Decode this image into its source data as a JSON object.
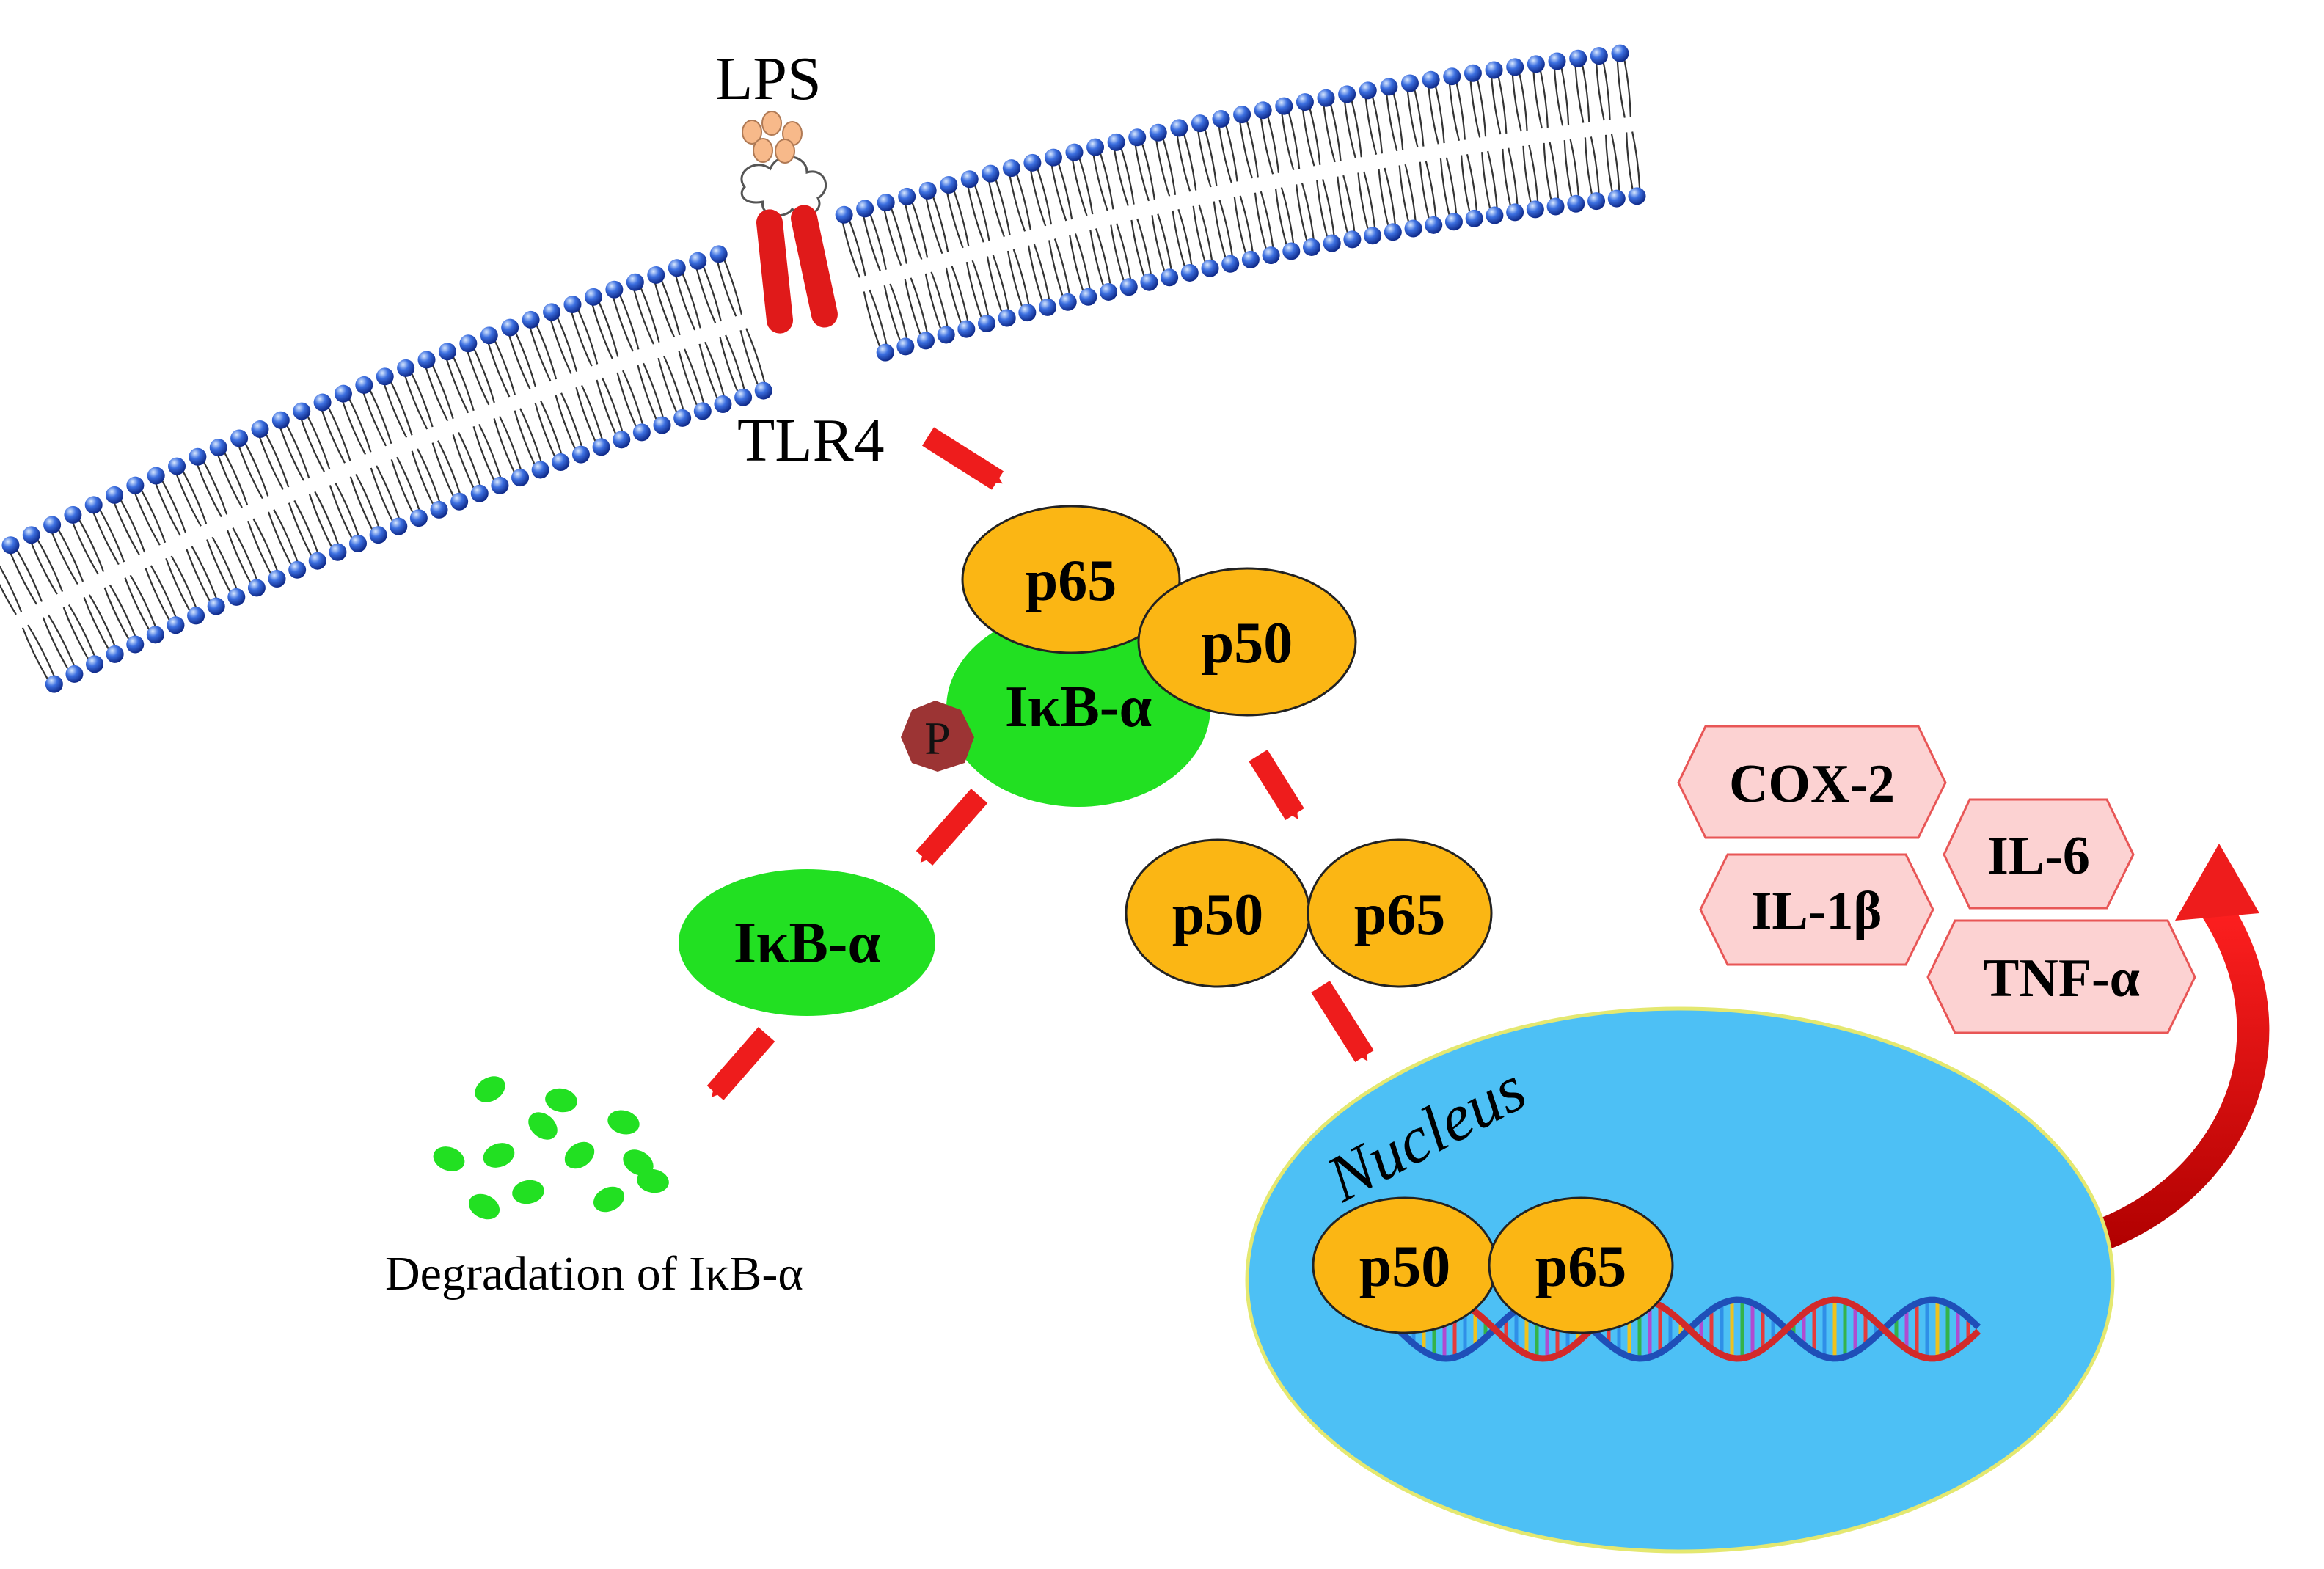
{
  "labels": {
    "lps": "LPS",
    "tlr4": "TLR4",
    "p65": "p65",
    "p50": "p50",
    "ikba": "IκB-α",
    "phospho": "P",
    "nucleus": "Nucleus",
    "degradation": "Degradation of IκB-α"
  },
  "cytokines": [
    "COX-2",
    "IL-6",
    "IL-1β",
    "TNF-α"
  ],
  "colors": {
    "arrow": "#ee1c1c",
    "protein_orange": "#fbb614",
    "ikba_green": "#22e022",
    "nucleus_blue": "#4dc0f5",
    "cytokine_fill": "#fcd2d2",
    "cytokine_stroke": "#e85656",
    "phospho": "#9c3434",
    "receptor": "#e01a1a",
    "lipid_head": "#1f3fb0"
  }
}
